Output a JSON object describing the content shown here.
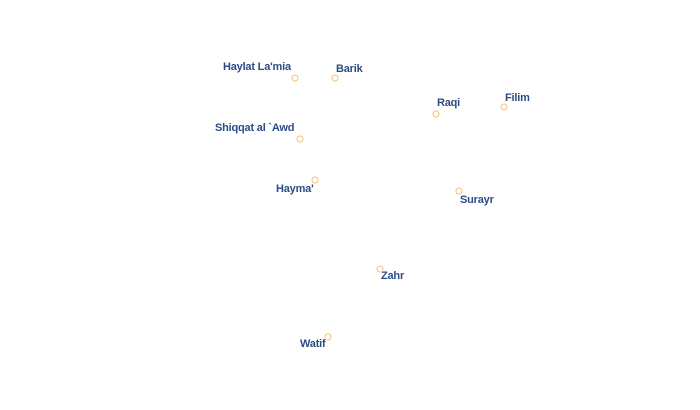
{
  "map": {
    "places": [
      {
        "name": "Haylat La'mia",
        "marker_color": "#f2c46a",
        "label_color": "#2c4c86"
      },
      {
        "name": "Barik",
        "marker_color": "#f2c46a",
        "label_color": "#2c4c86"
      },
      {
        "name": "Raqi",
        "marker_color": "#f2c46a",
        "label_color": "#2c4c86"
      },
      {
        "name": "Filim",
        "marker_color": "#f2c46a",
        "label_color": "#2c4c86"
      },
      {
        "name": "Shiqqat al `Awd",
        "marker_color": "#f2c46a",
        "label_color": "#2c4c86"
      },
      {
        "name": "Hayma'",
        "marker_color": "#f2c46a",
        "label_color": "#2c4c86"
      },
      {
        "name": "Surayr",
        "marker_color": "#f2c46a",
        "label_color": "#2c4c86"
      },
      {
        "name": "Zahr",
        "marker_color": "#f2c46a",
        "label_color": "#2c4c86"
      },
      {
        "name": "Watif",
        "marker_color": "#f2c46a",
        "label_color": "#2c4c86"
      }
    ]
  }
}
